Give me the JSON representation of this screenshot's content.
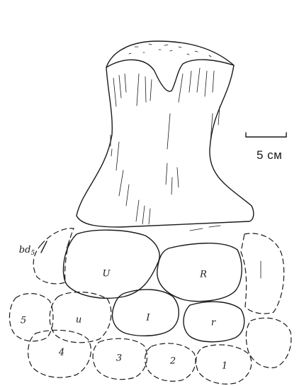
{
  "scale_bar": {
    "label": "5 см"
  },
  "labels": {
    "bd": "bd",
    "bd_sub": "5",
    "U": "U",
    "R": "R",
    "I": "I",
    "u": "u",
    "r": "r",
    "d5": "5",
    "d4": "4",
    "d3": "3",
    "d2": "2",
    "d1": "1"
  }
}
